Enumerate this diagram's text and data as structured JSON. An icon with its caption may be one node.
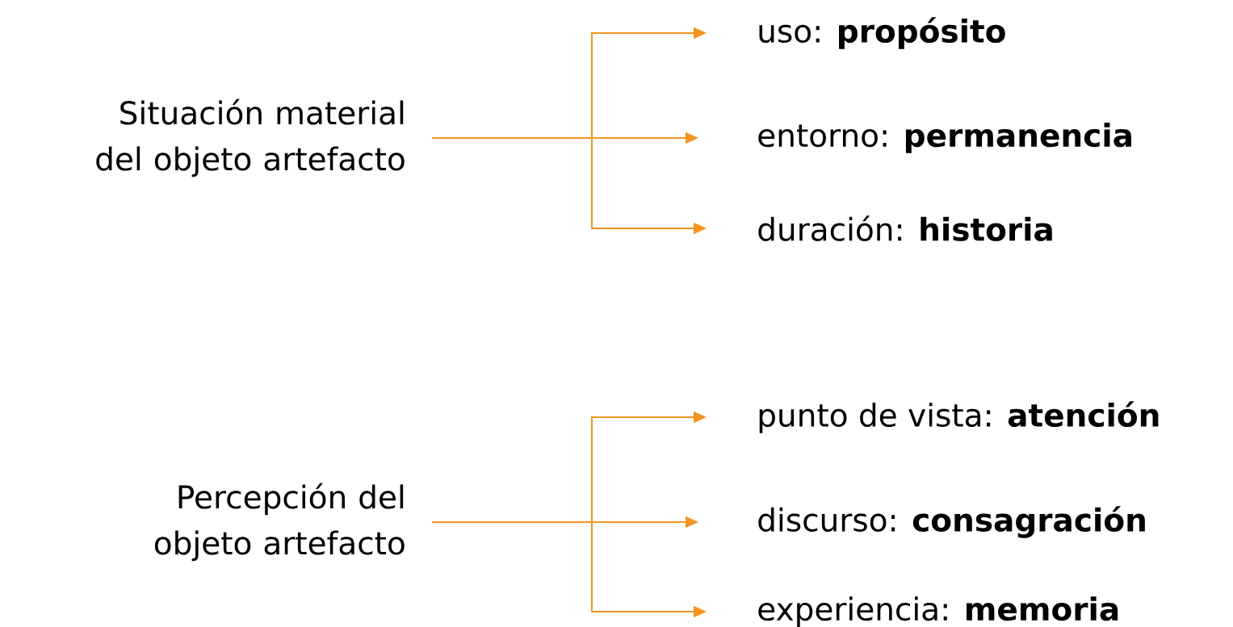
{
  "diagram": {
    "nodes": [
      {
        "text": [
          "Situación material del objeto artefacto"
        ]
      },
      {
        "text": [
          "uso: **propósito**"
        ]
      },
      {
        "text": [
          "entorno: **permanencia**"
        ]
      },
      {
        "text": [
          "duración: **historia**"
        ]
      },
      {
        "text": [
          "Percepción del objeto artefacto"
        ]
      },
      {
        "text": [
          "punto de vista: **atención**"
        ]
      },
      {
        "text": [
          "discurso: **consagración**"
        ]
      },
      {
        "text": [
          "experiencia: **memoria**"
        ]
      }
    ],
    "edges": [
      {
        "from": 0,
        "to": 1,
        "arrow": "to"
      },
      {
        "from": 0,
        "to": 2,
        "arrow": "to"
      },
      {
        "from": 0,
        "to": 3,
        "arrow": "to"
      },
      {
        "from": 4,
        "to": 5,
        "arrow": "to"
      },
      {
        "from": 4,
        "to": 6,
        "arrow": "to"
      },
      {
        "from": 4,
        "to": 7,
        "arrow": "to"
      }
    ]
  }
}
